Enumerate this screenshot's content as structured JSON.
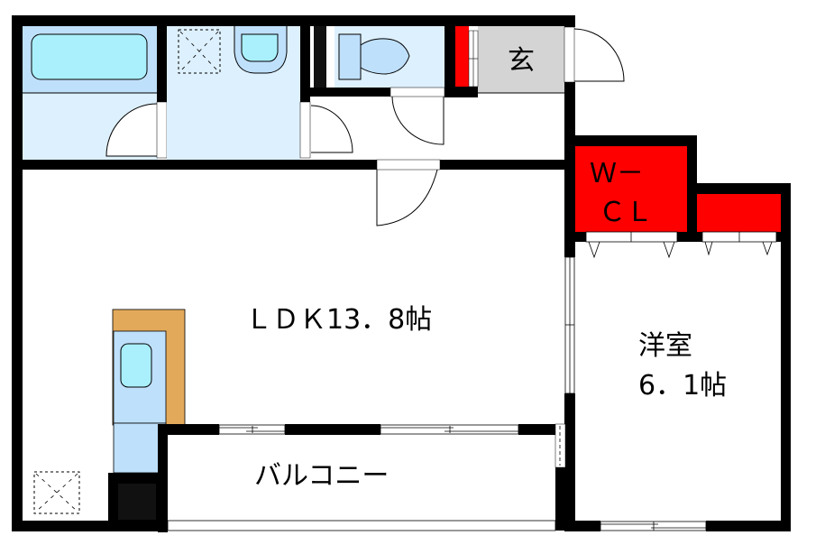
{
  "floor_plan": {
    "rooms": {
      "ldk": {
        "label": "ＬＤＫ13．8帖",
        "type": "LDK",
        "size_jo": "13.8"
      },
      "western_room": {
        "label_line1": "洋室",
        "label_line2": "6．1帖",
        "type": "洋室",
        "size_jo": "6.1"
      },
      "walk_in_closet": {
        "label_line1": "Ｗ－",
        "label_line2": "ＣＬ",
        "type": "W-CL"
      },
      "entrance": {
        "label": "玄",
        "type": "玄関"
      },
      "balcony": {
        "label": "バルコニー",
        "type": "バルコニー"
      },
      "bathroom": {
        "type": "bath"
      },
      "washroom": {
        "type": "washroom"
      },
      "toilet": {
        "type": "toilet"
      },
      "kitchen": {
        "type": "kitchen"
      },
      "closet": {
        "type": "closet"
      }
    },
    "colors": {
      "wall": "#000000",
      "bath_fill": "#bfe0fb",
      "wet_area_fill": "#ddf0fd",
      "fixture_fill": "#aaf0fc",
      "storage_red": "#ff0000",
      "entrance_gray": "#d4d4d4",
      "counter_orange": "#e3a95a",
      "kitchen_fill": "#bfe0fb",
      "background": "#ffffff"
    }
  }
}
